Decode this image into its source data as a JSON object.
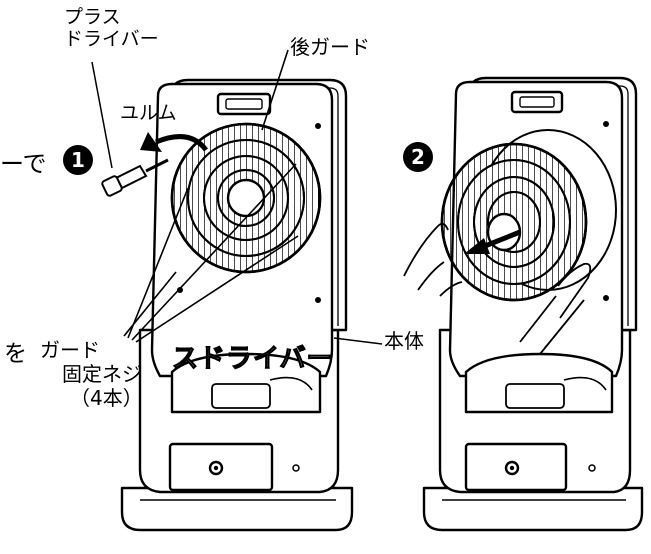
{
  "labels": {
    "plus": "プラス",
    "driver": "ドライバー",
    "rear_guard": "後ガード",
    "loosen": "ユルム",
    "with": "ーで",
    "body": "本体",
    "wo": "を",
    "guard": "ガード",
    "fix_screw": "固定ネジ",
    "count": "（4本）",
    "outlined": "スドライバー"
  },
  "steps": [
    "1",
    "2"
  ],
  "icons": [
    "screwdriver-icon",
    "curved-arrow-icon",
    "straight-arrow-icon",
    "hand-icon"
  ]
}
